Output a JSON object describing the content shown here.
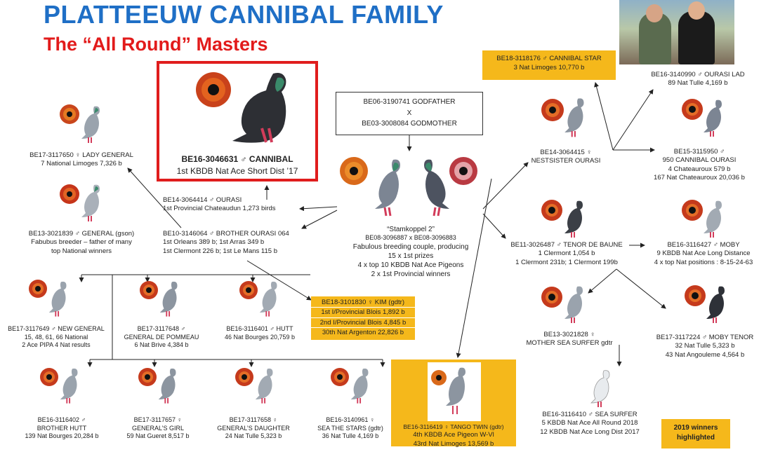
{
  "header": {
    "title": "PLATTEEUW CANNIBAL FAMILY",
    "subtitle": "The “All Round” Masters"
  },
  "featured": {
    "name": "BE16-3046631 ♂ CANNIBAL",
    "detail": "1st KBDB Nat Ace Short Dist ’17"
  },
  "parents": {
    "sire": "BE06-3190741  GODFATHER",
    "x": "X",
    "dam": "BE03-3008084  GODMOTHER"
  },
  "stamkoppel": {
    "title": "“Stamkoppel 2”",
    "line1": "BE08-3096887 x BE08-3096883",
    "line2": "Fabulous breeding couple, producing",
    "line3": "15 x 1st prizes",
    "line4": "4 x top 10 KBDB Nat Ace Pigeons",
    "line5": "2 x 1st Provincial winners"
  },
  "nodes": {
    "lady_general": {
      "name": "BE17-3117650 ♀ LADY GENERAL",
      "d1": "7 National Limoges 7,326 b"
    },
    "general": {
      "name": "BE13-3021839 ♂ GENERAL (gson)",
      "d1": "Fabubus breeder – father of many",
      "d2": "top National winners"
    },
    "ourasi": {
      "name": "BE14-3064414 ♂ OURASI",
      "d1": "1st Provincial Chateaudun 1,273 birds"
    },
    "brother_ourasi": {
      "name": "BE10-3146064 ♂ BROTHER OURASI 064",
      "d1": "1st Orleans 389 b; 1st Arras 349 b",
      "d2": "1st Clermont 226 b; 1st Le Mans 115 b"
    },
    "new_general": {
      "name": "BE17-3117649 ♂ NEW GENERAL",
      "d1": "15, 48, 61, 66 National",
      "d2": "2 Ace PIPA 4 Nat results"
    },
    "general_pommeau": {
      "name": "BE17-3117648 ♂",
      "d1": "GENERAL DE POMMEAU",
      "d2": "6 Nat Brive 4,384 b"
    },
    "hutt": {
      "name": "BE16-3116401 ♂ HUTT",
      "d1": "46 Nat Bourges 20,759 b"
    },
    "brother_hutt": {
      "name": "BE16-3116402 ♂",
      "d1": "BROTHER HUTT",
      "d2": "139 Nat Bourges 20,284 b"
    },
    "generals_girl": {
      "name": "BE17-3117657 ♀",
      "d1": "GENERAL’S GIRL",
      "d2": "59 Nat Gueret 8,517 b"
    },
    "generals_daughter": {
      "name": "BE17-3117658 ♀",
      "d1": "GENERAL’S DAUGHTER",
      "d2": "24 Nat Tulle 5,323 b"
    },
    "sea_the_stars": {
      "name": "BE16-3140961 ♀",
      "d1": "SEA THE STARS (gdtr)",
      "d2": "36 Nat Tulle 4,169 b"
    },
    "nestsister": {
      "name": "BE14-3064415 ♀",
      "d1": "NESTSISTER OURASI"
    },
    "ourasi_lad": {
      "name": "BE16-3140990 ♂ OURASI LAD",
      "d1": "89 Nat Tulle 4,169 b"
    },
    "cannibal_ourasi": {
      "name": "BE15-3115950 ♂",
      "d1": "950 CANNIBAL OURASI",
      "d2": "4 Chateauroux 579 b",
      "d3": "167 Nat Chateauroux 20,036 b"
    },
    "tenor": {
      "name": "BE11-3026487 ♂ TENOR DE BAUNE",
      "d1": "1 Clermont 1,054 b",
      "d2": "1 Clermont 231b; 1 Clermont 199b"
    },
    "moby": {
      "name": "BE16-3116427 ♂ MOBY",
      "d1": "9 KBDB Nat Ace Long Distance",
      "d2": "4 x top Nat positions : 8-15-24-63"
    },
    "mother_sea_surfer": {
      "name": "BE13-3021828 ♀",
      "d1": "MOTHER SEA SURFER gdtr"
    },
    "moby_tenor": {
      "name": "BE17-3117224 ♂ MOBY TENOR",
      "d1": "32 Nat Tulle 5,323 b",
      "d2": "43 Nat Angouleme 4,564 b"
    },
    "sea_surfer": {
      "name": "BE16-3116410 ♂ SEA SURFER",
      "d1": "5 KBDB Nat Ace All Round 2018",
      "d2": "12 KBDB Nat Ace Long Dist 2017"
    }
  },
  "highlighted": {
    "kim": {
      "name": "BE18-3101830 ♀ KIM (gdtr)",
      "d1": "1st I/Provincial Blois 1,892 b",
      "d2": "2nd I/Provincial Blois 4,845 b",
      "d3": "30th Nat Argenton 22,826 b"
    },
    "cannibal_star": {
      "name": "BE18-3118176 ♂ CANNIBAL STAR",
      "d1": "3 Nat Limoges 10,770 b"
    },
    "tango_twin": {
      "name": "BE16-3116419 ♀ TANGO TWIN (gdtr)",
      "d1": "4th KBDB Ace Pigeon W-Vl",
      "d2": "43rd Nat Limoges 13,569 b"
    },
    "legend_l1": "2019 winners",
    "legend_l2": "highlighted"
  },
  "colors": {
    "title_blue": "#1f6fc6",
    "subtitle_red": "#e21b1b",
    "highlight_gold": "#f5b81b",
    "featured_border": "#e01d1d"
  }
}
